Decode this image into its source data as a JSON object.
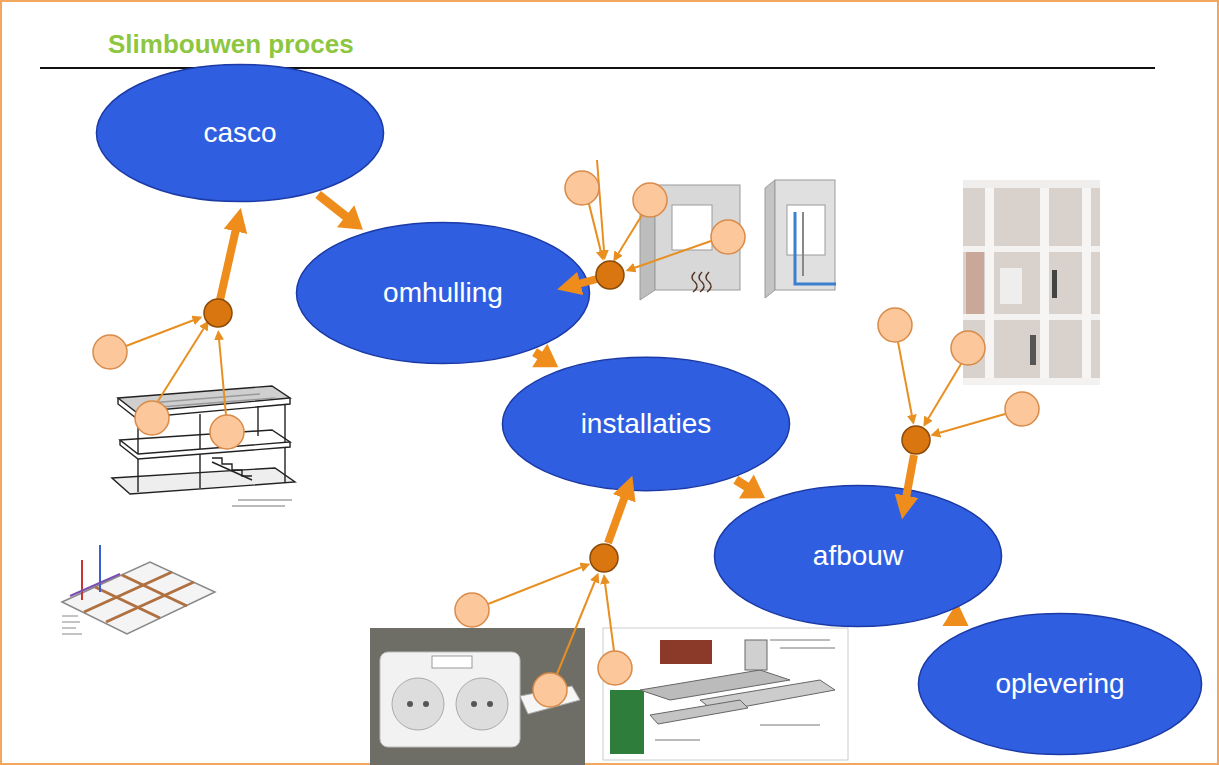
{
  "diagram": {
    "title": "Slimbouwen proces",
    "nodes": [
      {
        "text": [
          "casco"
        ]
      },
      {
        "text": [
          "omhulling"
        ]
      },
      {
        "text": [
          "installaties"
        ]
      },
      {
        "text": [
          "afbouw"
        ]
      },
      {
        "text": [
          "oplevering"
        ]
      }
    ],
    "edges": [
      {
        "from": 0,
        "to": 1,
        "arrow": "to"
      },
      {
        "from": 1,
        "to": 2,
        "arrow": "to"
      },
      {
        "from": 2,
        "to": 3,
        "arrow": "to"
      },
      {
        "from": 3,
        "to": 4,
        "arrow": "to"
      }
    ]
  }
}
